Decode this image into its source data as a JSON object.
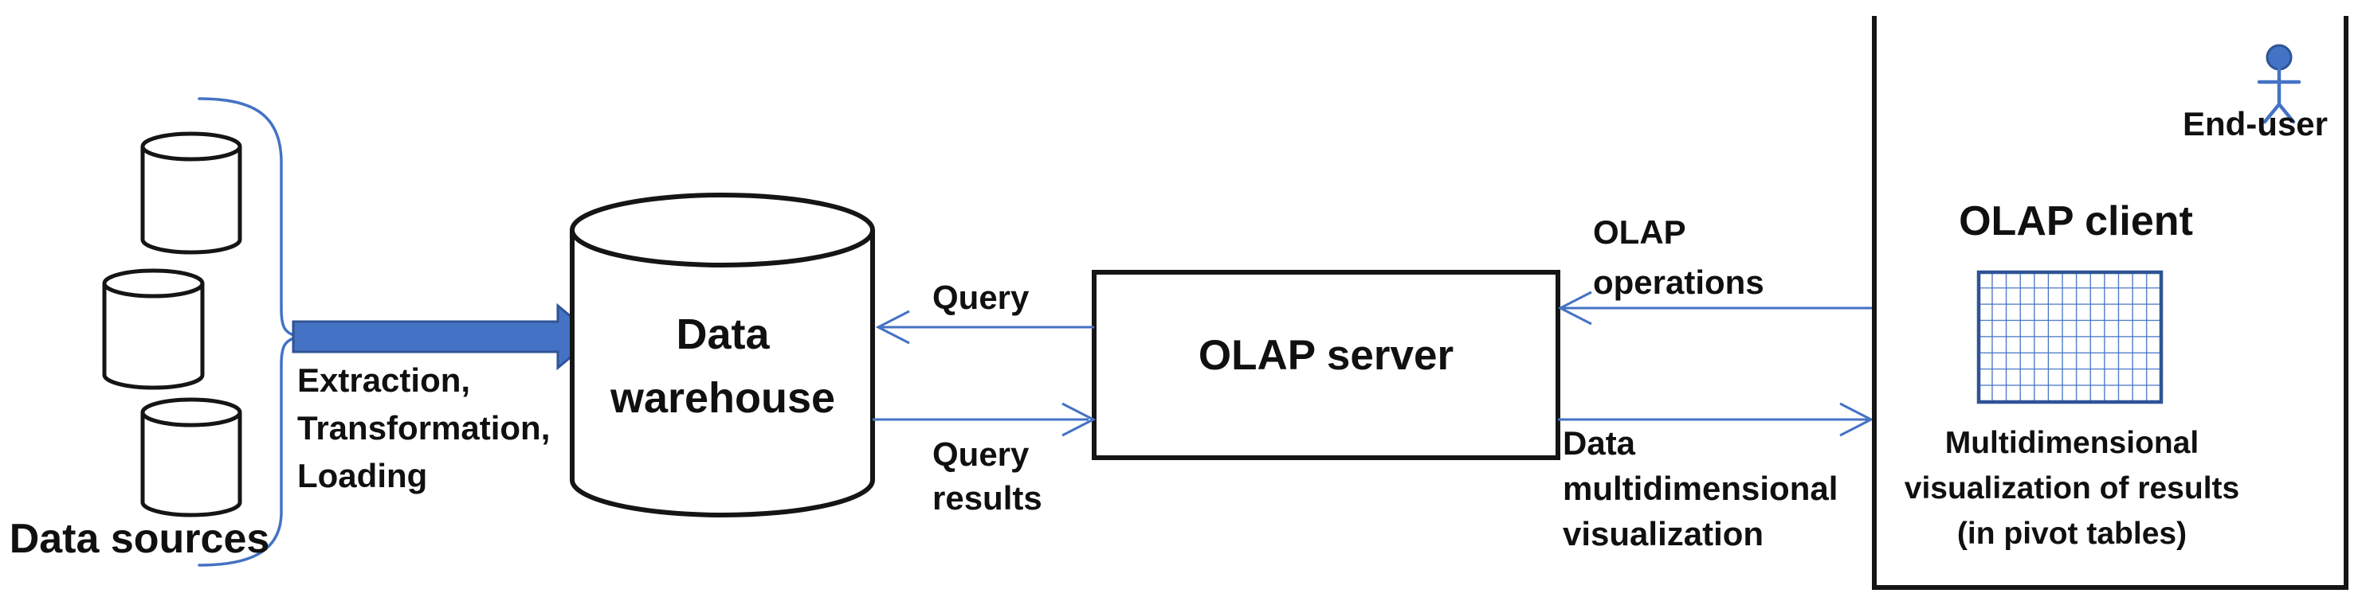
{
  "colors": {
    "accent_blue": "#4472C4",
    "accent_blue_dark": "#2F5496",
    "ink": "#151515"
  },
  "data_sources": {
    "label": "Data sources"
  },
  "etl_arrow": {
    "lines": [
      "Extraction,",
      "Transformation,",
      "Loading"
    ]
  },
  "warehouse": {
    "lines": [
      "Data",
      "warehouse"
    ]
  },
  "olap_server": {
    "label": "OLAP server"
  },
  "flows": {
    "query": {
      "label": "Query"
    },
    "query_results": {
      "lines": [
        "Query",
        "results"
      ]
    },
    "olap_operations": {
      "lines": [
        "OLAP",
        "operations"
      ]
    },
    "data_multidimensional_visualization": {
      "lines": [
        "Data",
        "multidimensional",
        "visualization"
      ]
    }
  },
  "olap_client": {
    "title": "OLAP client",
    "end_user": {
      "label": "End-user"
    },
    "caption": {
      "lines": [
        "Multidimensional",
        "visualization of results",
        "(in pivot tables)"
      ]
    }
  }
}
